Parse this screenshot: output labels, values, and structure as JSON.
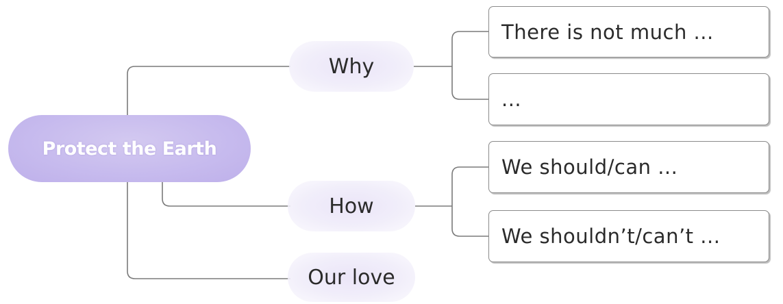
{
  "diagram": {
    "root": {
      "label": "Protect the Earth"
    },
    "branches": [
      {
        "label": "Why",
        "children": [
          "There is not much ...",
          "..."
        ]
      },
      {
        "label": "How",
        "children": [
          "We should/can ...",
          "We shouldn’t/can’t ..."
        ]
      },
      {
        "label": "Our love",
        "children": []
      }
    ]
  },
  "colors": {
    "root_fill": "#c7bbee",
    "root_text": "#ffffff",
    "branch_fill": "#ebe5f8",
    "line": "#7a7a7a",
    "box_border": "#8a8a8a"
  }
}
